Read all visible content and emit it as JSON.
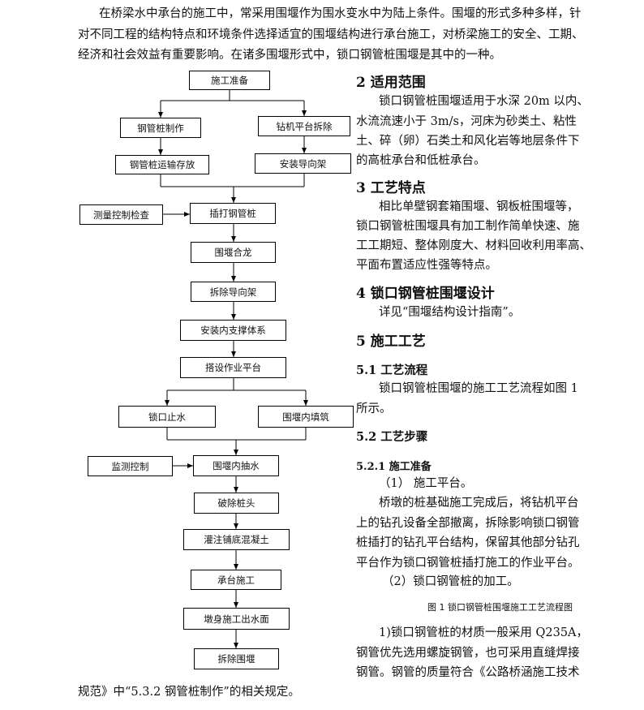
{
  "intro": [
    "在桥梁水中承台的施工中，常采用围堰作为围水变水中为陆上条件。围堰的形式多种多样，针",
    "对不同工程的结构特点和环境条件选择适宜的围堰结构进行承台施工，对桥梁施工的安全、工期、",
    "经济和社会效益有重要影响。在诸多围堰形式中，锁口钢管桩围堰是其中的一种。"
  ],
  "sections": {
    "s2_title": "2 适用范围",
    "s2_lines": [
      "锁口钢管桩围堰适用于水深 20m 以内、",
      "水流流速小于 3m/s，河床为砂类土、粘性",
      "土、碎（卵）石类土和风化岩等地层条件下",
      "的高桩承台和低桩承台。"
    ],
    "s3_title": "3 工艺特点",
    "s3_lines": [
      "相比单壁钢套箱围堰、钢板桩围堰等，",
      "锁口钢管桩围堰具有加工制作简单快速、施",
      "工工期短、整体刚度大、材料回收利用率高、",
      "平面布置适应性强等特点。"
    ],
    "s4_title": "4 锁口钢管桩围堰设计",
    "s4_lines": [
      "详见“围堰结构设计指南”。"
    ],
    "s5_title": "5 施工工艺",
    "s51_title": "5.1 工艺流程",
    "s51_lines": [
      "锁口钢管桩围堰的施工工艺流程如图 1",
      "所示。"
    ],
    "s52_title": "5.2 工艺步骤",
    "s521_title": "5.2.1 施工准备",
    "s521_lines": [
      "（1） 施工平台。",
      "桥墩的桩基础施工完成后，将钻机平台",
      "上的钻孔设备全部撤离，拆除影响锁口钢管",
      "桩插打的钻孔平台结构，保留其他部分钻孔",
      "平台作为锁口钢管桩插打施工的作业平台。",
      "（2）锁口钢管桩的加工。"
    ],
    "figure_caption": "图 1    锁口钢管桩围堰施工工艺流程图",
    "after_lines": [
      "1)锁口钢管桩的材质一般采用 Q235A，",
      "钢管优先选用螺旋钢管，也可采用直缝焊接",
      "钢管。钢管的质量符合《公路桥涵施工技术"
    ],
    "last_line": "规范》中“5.3.2 钢管桩制作”的相关规定。"
  },
  "flow": {
    "start": "施工准备",
    "left1": "钢管桩制作",
    "left2": "钢管桩运输存放",
    "right1": "钻机平台拆除",
    "right2": "安装导向架",
    "measure": "测量控制检查",
    "step1": "插打钢管桩",
    "step2": "围堰合龙",
    "step3": "拆除导向架",
    "step4": "安装内支撑体系",
    "step5": "搭设作业平台",
    "branch_left": "锁口止水",
    "branch_right": "围堰内填筑",
    "monitor": "监测控制",
    "step6": "围堰内抽水",
    "step7": "破除桩头",
    "step8": "灌注铺底混凝土",
    "step9": "承台施工",
    "step10": "墩身施工出水面",
    "step11": "拆除围堰"
  }
}
